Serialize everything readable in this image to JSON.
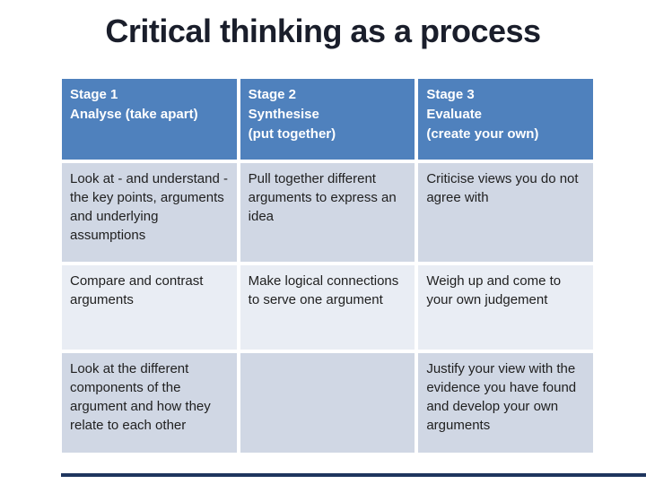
{
  "slide": {
    "title": "Critical thinking as a process"
  },
  "table": {
    "headers": [
      "Stage 1\nAnalyse (take apart)",
      "Stage 2\nSynthesise\n(put together)",
      "Stage 3\nEvaluate\n(create your own)"
    ],
    "rows": [
      [
        "Look at - and understand - the key points, arguments and underlying assumptions",
        "Pull together different arguments to express an idea",
        "Criticise views you do not agree with"
      ],
      [
        "Compare and contrast arguments",
        "Make logical connections to serve one argument",
        "Weigh up and come to your own judgement"
      ],
      [
        "Look at the different components of the argument and how they relate to each other",
        "",
        "Justify your view with the evidence you have found and develop your own arguments"
      ]
    ]
  },
  "colors": {
    "header_bg": "#4f81bd",
    "header_text": "#ffffff",
    "band_dark": "#d0d7e4",
    "band_light": "#e9edf4",
    "title_text": "#1a1e2b",
    "body_text": "#1f1f1f",
    "accent_line": "#1e355e"
  }
}
